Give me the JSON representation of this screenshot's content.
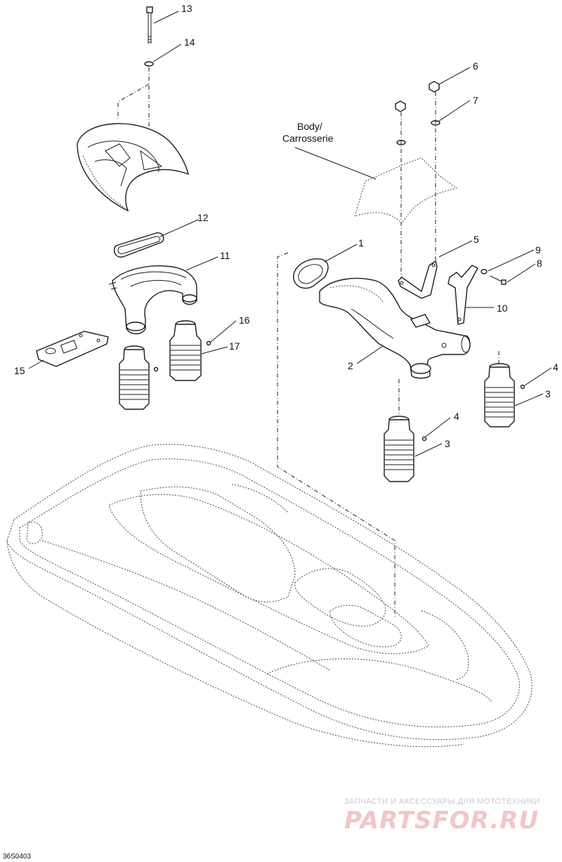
{
  "diagram": {
    "callouts": [
      "1",
      "2",
      "3",
      "3",
      "4",
      "4",
      "5",
      "6",
      "7",
      "8",
      "9",
      "10",
      "11",
      "12",
      "13",
      "14",
      "15",
      "16",
      "17"
    ],
    "body_label_line1": "Body/",
    "body_label_line2": "Carrosserie",
    "drawing_code": "36S0403"
  },
  "watermark": {
    "tagline": "ЗАПЧАСТИ И АКСЕССУАРЫ ДЛЯ МОТОТЕХНИКИ",
    "logo": "PARTSFOR.RU"
  }
}
